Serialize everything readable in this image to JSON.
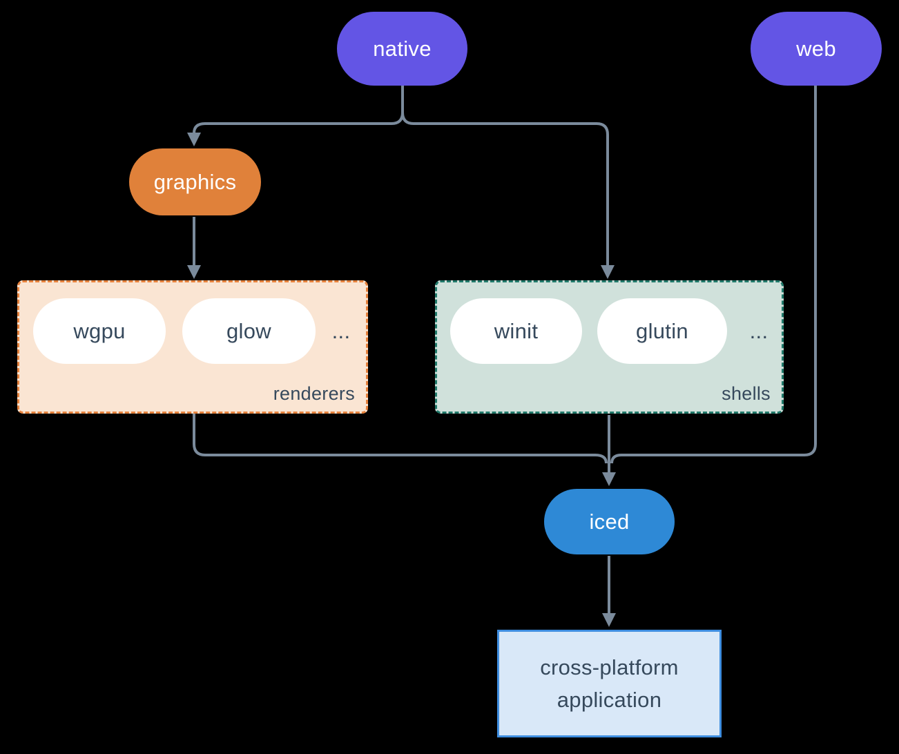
{
  "diagram": {
    "colors": {
      "background": "#000000",
      "connector": "#7b8b9c",
      "purple": "#6355e5",
      "orange": "#e0813a",
      "blue": "#2e89d6",
      "dark_text": "#36495c",
      "white": "#ffffff",
      "renderers_fill": "#fae5d3",
      "renderers_border": "#e6823d",
      "shells_fill": "#d0e1db",
      "shells_border": "#20796a",
      "app_fill": "#d9e8f8",
      "app_border": "#3f8ee0"
    },
    "nodes": {
      "native": "native",
      "web": "web",
      "graphics": "graphics",
      "iced": "iced",
      "wgpu": "wgpu",
      "glow": "glow",
      "winit": "winit",
      "glutin": "glutin",
      "renderers_more": "...",
      "shells_more": "...",
      "app_line1": "cross-platform",
      "app_line2": "application"
    },
    "groups": {
      "renderers_label": "renderers",
      "shells_label": "shells"
    },
    "edges": [
      {
        "from": "native",
        "to": "graphics"
      },
      {
        "from": "native",
        "to": "shells"
      },
      {
        "from": "graphics",
        "to": "renderers"
      },
      {
        "from": "renderers",
        "to": "iced"
      },
      {
        "from": "shells",
        "to": "iced"
      },
      {
        "from": "web",
        "to": "iced"
      },
      {
        "from": "iced",
        "to": "cross-platform application"
      }
    ]
  }
}
